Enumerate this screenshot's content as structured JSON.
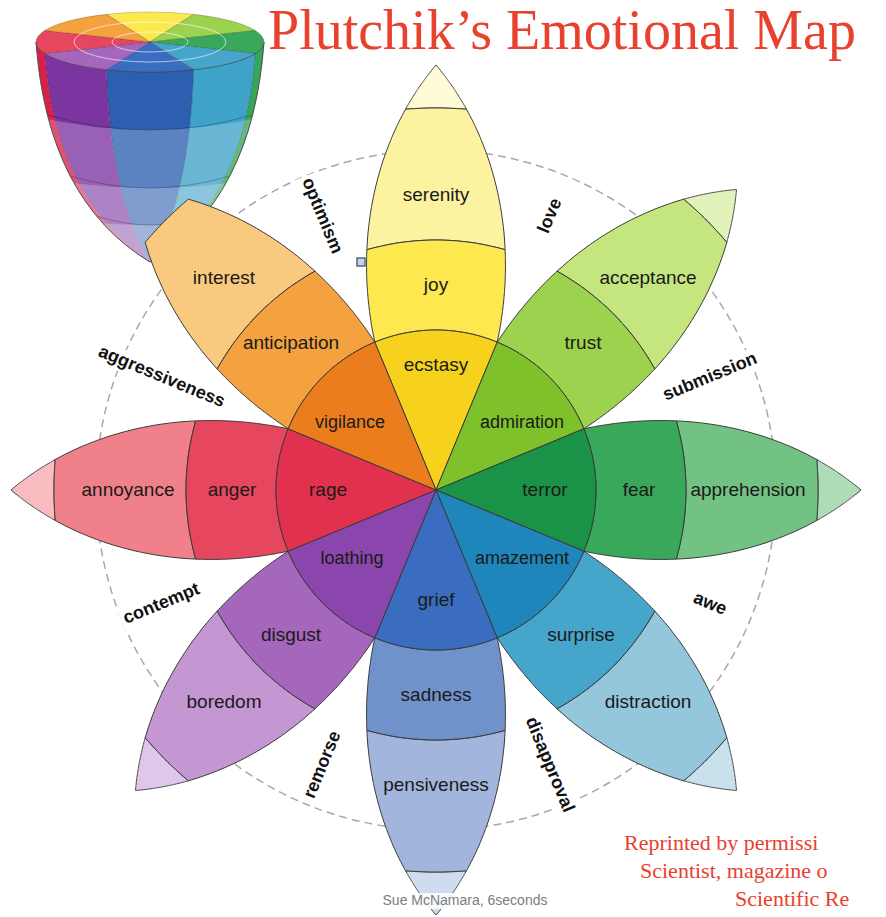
{
  "diagram": {
    "title": "Plutchik’s Emotional Map",
    "nodes": [
      {
        "text": [
          "serenity"
        ]
      },
      {
        "text": [
          "joy"
        ]
      },
      {
        "text": [
          "ecstasy"
        ]
      },
      {
        "text": [
          "acceptance"
        ]
      },
      {
        "text": [
          "trust"
        ]
      },
      {
        "text": [
          "admiration"
        ]
      },
      {
        "text": [
          "apprehension"
        ]
      },
      {
        "text": [
          "fear"
        ]
      },
      {
        "text": [
          "terror"
        ]
      },
      {
        "text": [
          "distraction"
        ]
      },
      {
        "text": [
          "surprise"
        ]
      },
      {
        "text": [
          "amazement"
        ]
      },
      {
        "text": [
          "pensiveness"
        ]
      },
      {
        "text": [
          "sadness"
        ]
      },
      {
        "text": [
          "grief"
        ]
      },
      {
        "text": [
          "boredom"
        ]
      },
      {
        "text": [
          "disgust"
        ]
      },
      {
        "text": [
          "loathing"
        ]
      },
      {
        "text": [
          "annoyance"
        ]
      },
      {
        "text": [
          "anger"
        ]
      },
      {
        "text": [
          "rage"
        ]
      },
      {
        "text": [
          "interest"
        ]
      },
      {
        "text": [
          "anticipation"
        ]
      },
      {
        "text": [
          "vigilance"
        ]
      }
    ],
    "labels": [
      "optimism",
      "love",
      "submission",
      "awe",
      "disapproval",
      "remorse",
      "contempt",
      "aggressiveness",
      "Sue McNamara, 6seconds",
      "Reprinted by permissi",
      "Scientist, magazine o",
      "Scientific Re"
    ]
  }
}
